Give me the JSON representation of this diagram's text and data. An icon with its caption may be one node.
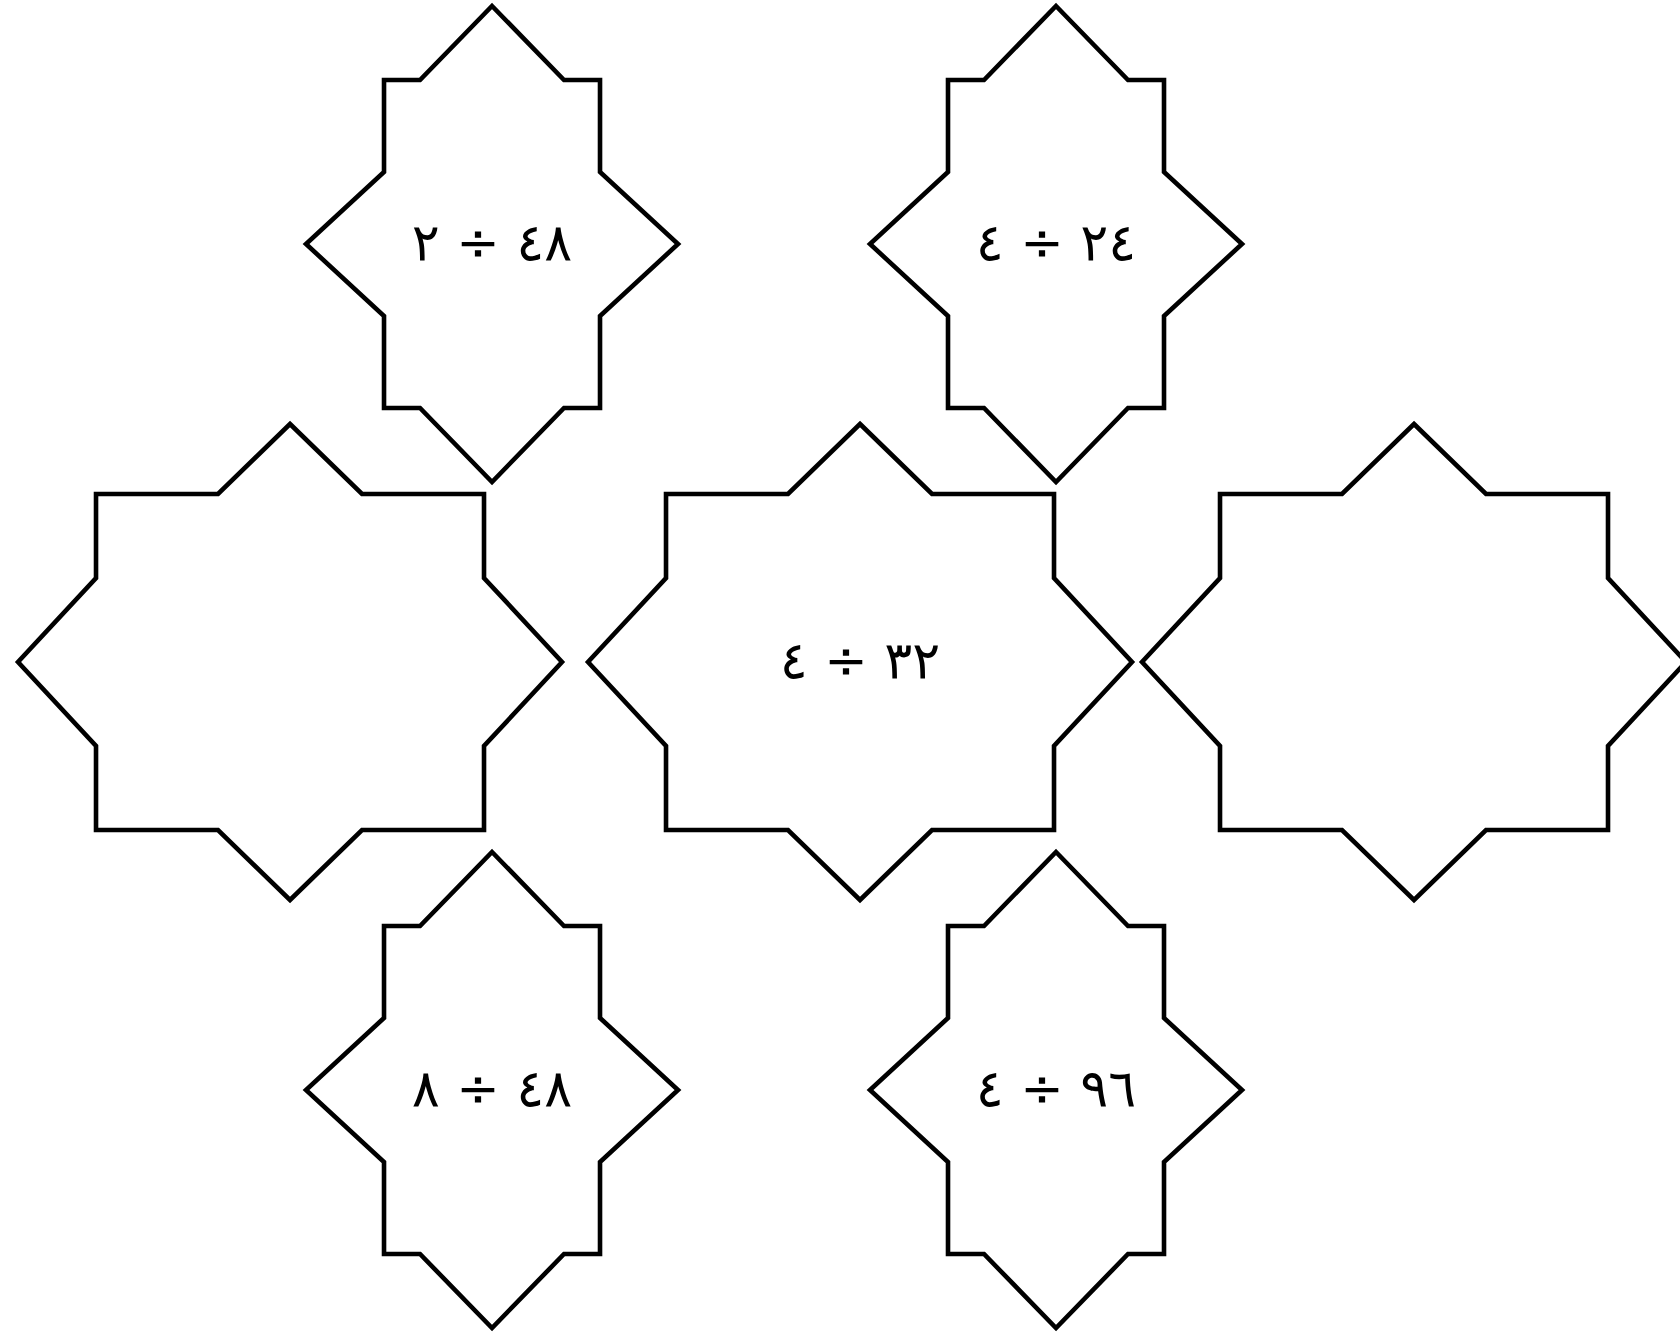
{
  "diagram": {
    "nodes": [
      {
        "text": [
          "٢ ÷ ٤٨"
        ]
      },
      {
        "text": [
          "٤ ÷ ٢٤"
        ]
      },
      {
        "text": [],
        "shape": "star"
      },
      {
        "text": [
          "٤ ÷ ٣٢"
        ]
      },
      {
        "text": [],
        "shape": "star"
      },
      {
        "text": [
          "٨ ÷ ٤٨"
        ]
      },
      {
        "text": [
          "٤ ÷ ٩٦"
        ]
      }
    ]
  }
}
